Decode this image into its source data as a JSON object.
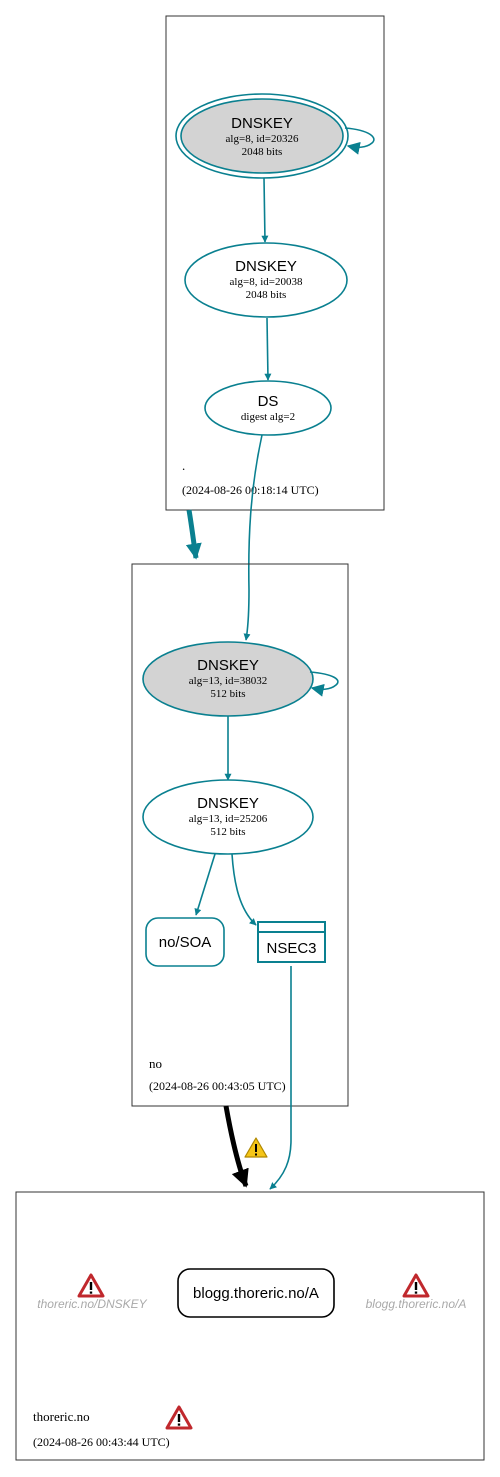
{
  "colors": {
    "edge": "#0a8090",
    "node_fill_ksk": "#d3d3d3",
    "cluster_border": "#333333",
    "delegation_ok": "#0a8090",
    "delegation_bad": "#000000",
    "warning_yellow": "#f5c518",
    "error_red": "#c0282d",
    "missing_text": "#a9a9a9"
  },
  "zones": {
    "root": {
      "name": ".",
      "timestamp": "(2024-08-26 00:18:14 UTC)",
      "ksk": {
        "title": "DNSKEY",
        "detail": "alg=8, id=20326",
        "bits": "2048 bits"
      },
      "zsk": {
        "title": "DNSKEY",
        "detail": "alg=8, id=20038",
        "bits": "2048 bits"
      },
      "ds": {
        "title": "DS",
        "detail": "digest alg=2"
      }
    },
    "no": {
      "name": "no",
      "timestamp": "(2024-08-26 00:43:05 UTC)",
      "ksk": {
        "title": "DNSKEY",
        "detail": "alg=13, id=38032",
        "bits": "512 bits"
      },
      "zsk": {
        "title": "DNSKEY",
        "detail": "alg=13, id=25206",
        "bits": "512 bits"
      },
      "soa": "no/SOA",
      "nsec3": "NSEC3"
    },
    "thoreric": {
      "name": "thoreric.no",
      "timestamp": "(2024-08-26 00:43:44 UTC)",
      "missing_dnskey": "thoreric.no/DNSKEY",
      "record": "blogg.thoreric.no/A",
      "missing_record": "blogg.thoreric.no/A"
    }
  },
  "icons": {
    "delegation_warning": "warning-triangle-icon",
    "dnskey_error": "error-triangle-icon",
    "record_error": "error-triangle-icon",
    "zone_error": "error-triangle-icon"
  }
}
